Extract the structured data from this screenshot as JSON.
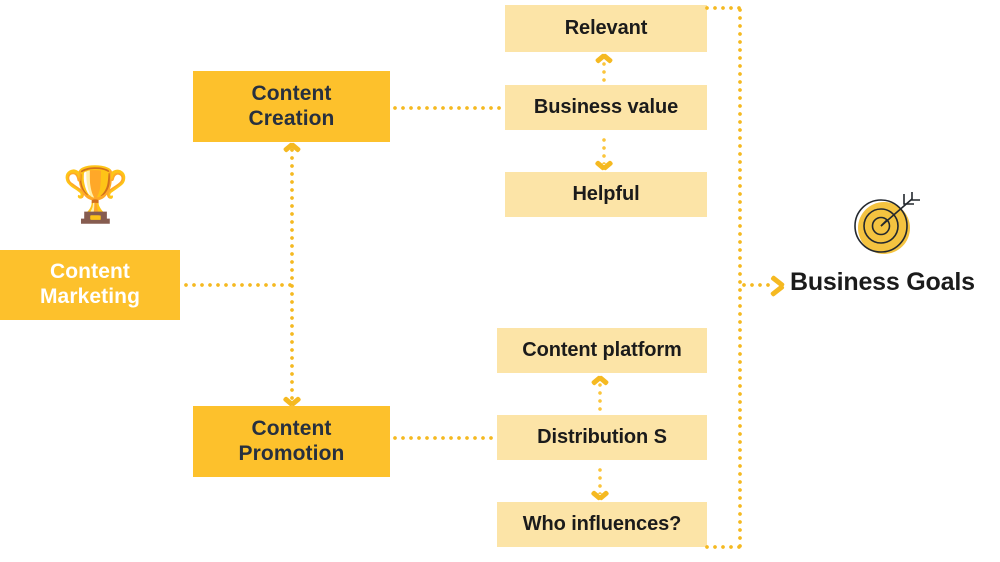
{
  "diagram": {
    "title_nodes": {
      "source": {
        "label": "Content\nMarketing",
        "icon": "trophy-icon"
      },
      "goal": {
        "label": "Business Goals",
        "icon": "target-icon"
      }
    },
    "branches": [
      {
        "name": "content-creation",
        "label": "Content\nCreation",
        "items": [
          {
            "label": "Relevant"
          },
          {
            "label": "Business value"
          },
          {
            "label": "Helpful"
          }
        ]
      },
      {
        "name": "content-promotion",
        "label": "Content\nPromotion",
        "items": [
          {
            "label": "Content platform"
          },
          {
            "label": "Distribution S"
          },
          {
            "label": "Who influences?"
          }
        ]
      }
    ],
    "colors": {
      "primary": "#FDC12C",
      "light": "#FCE4A7",
      "connector": "#F5B921",
      "text_dark": "#27303f",
      "text_light": "#ffffff"
    }
  }
}
